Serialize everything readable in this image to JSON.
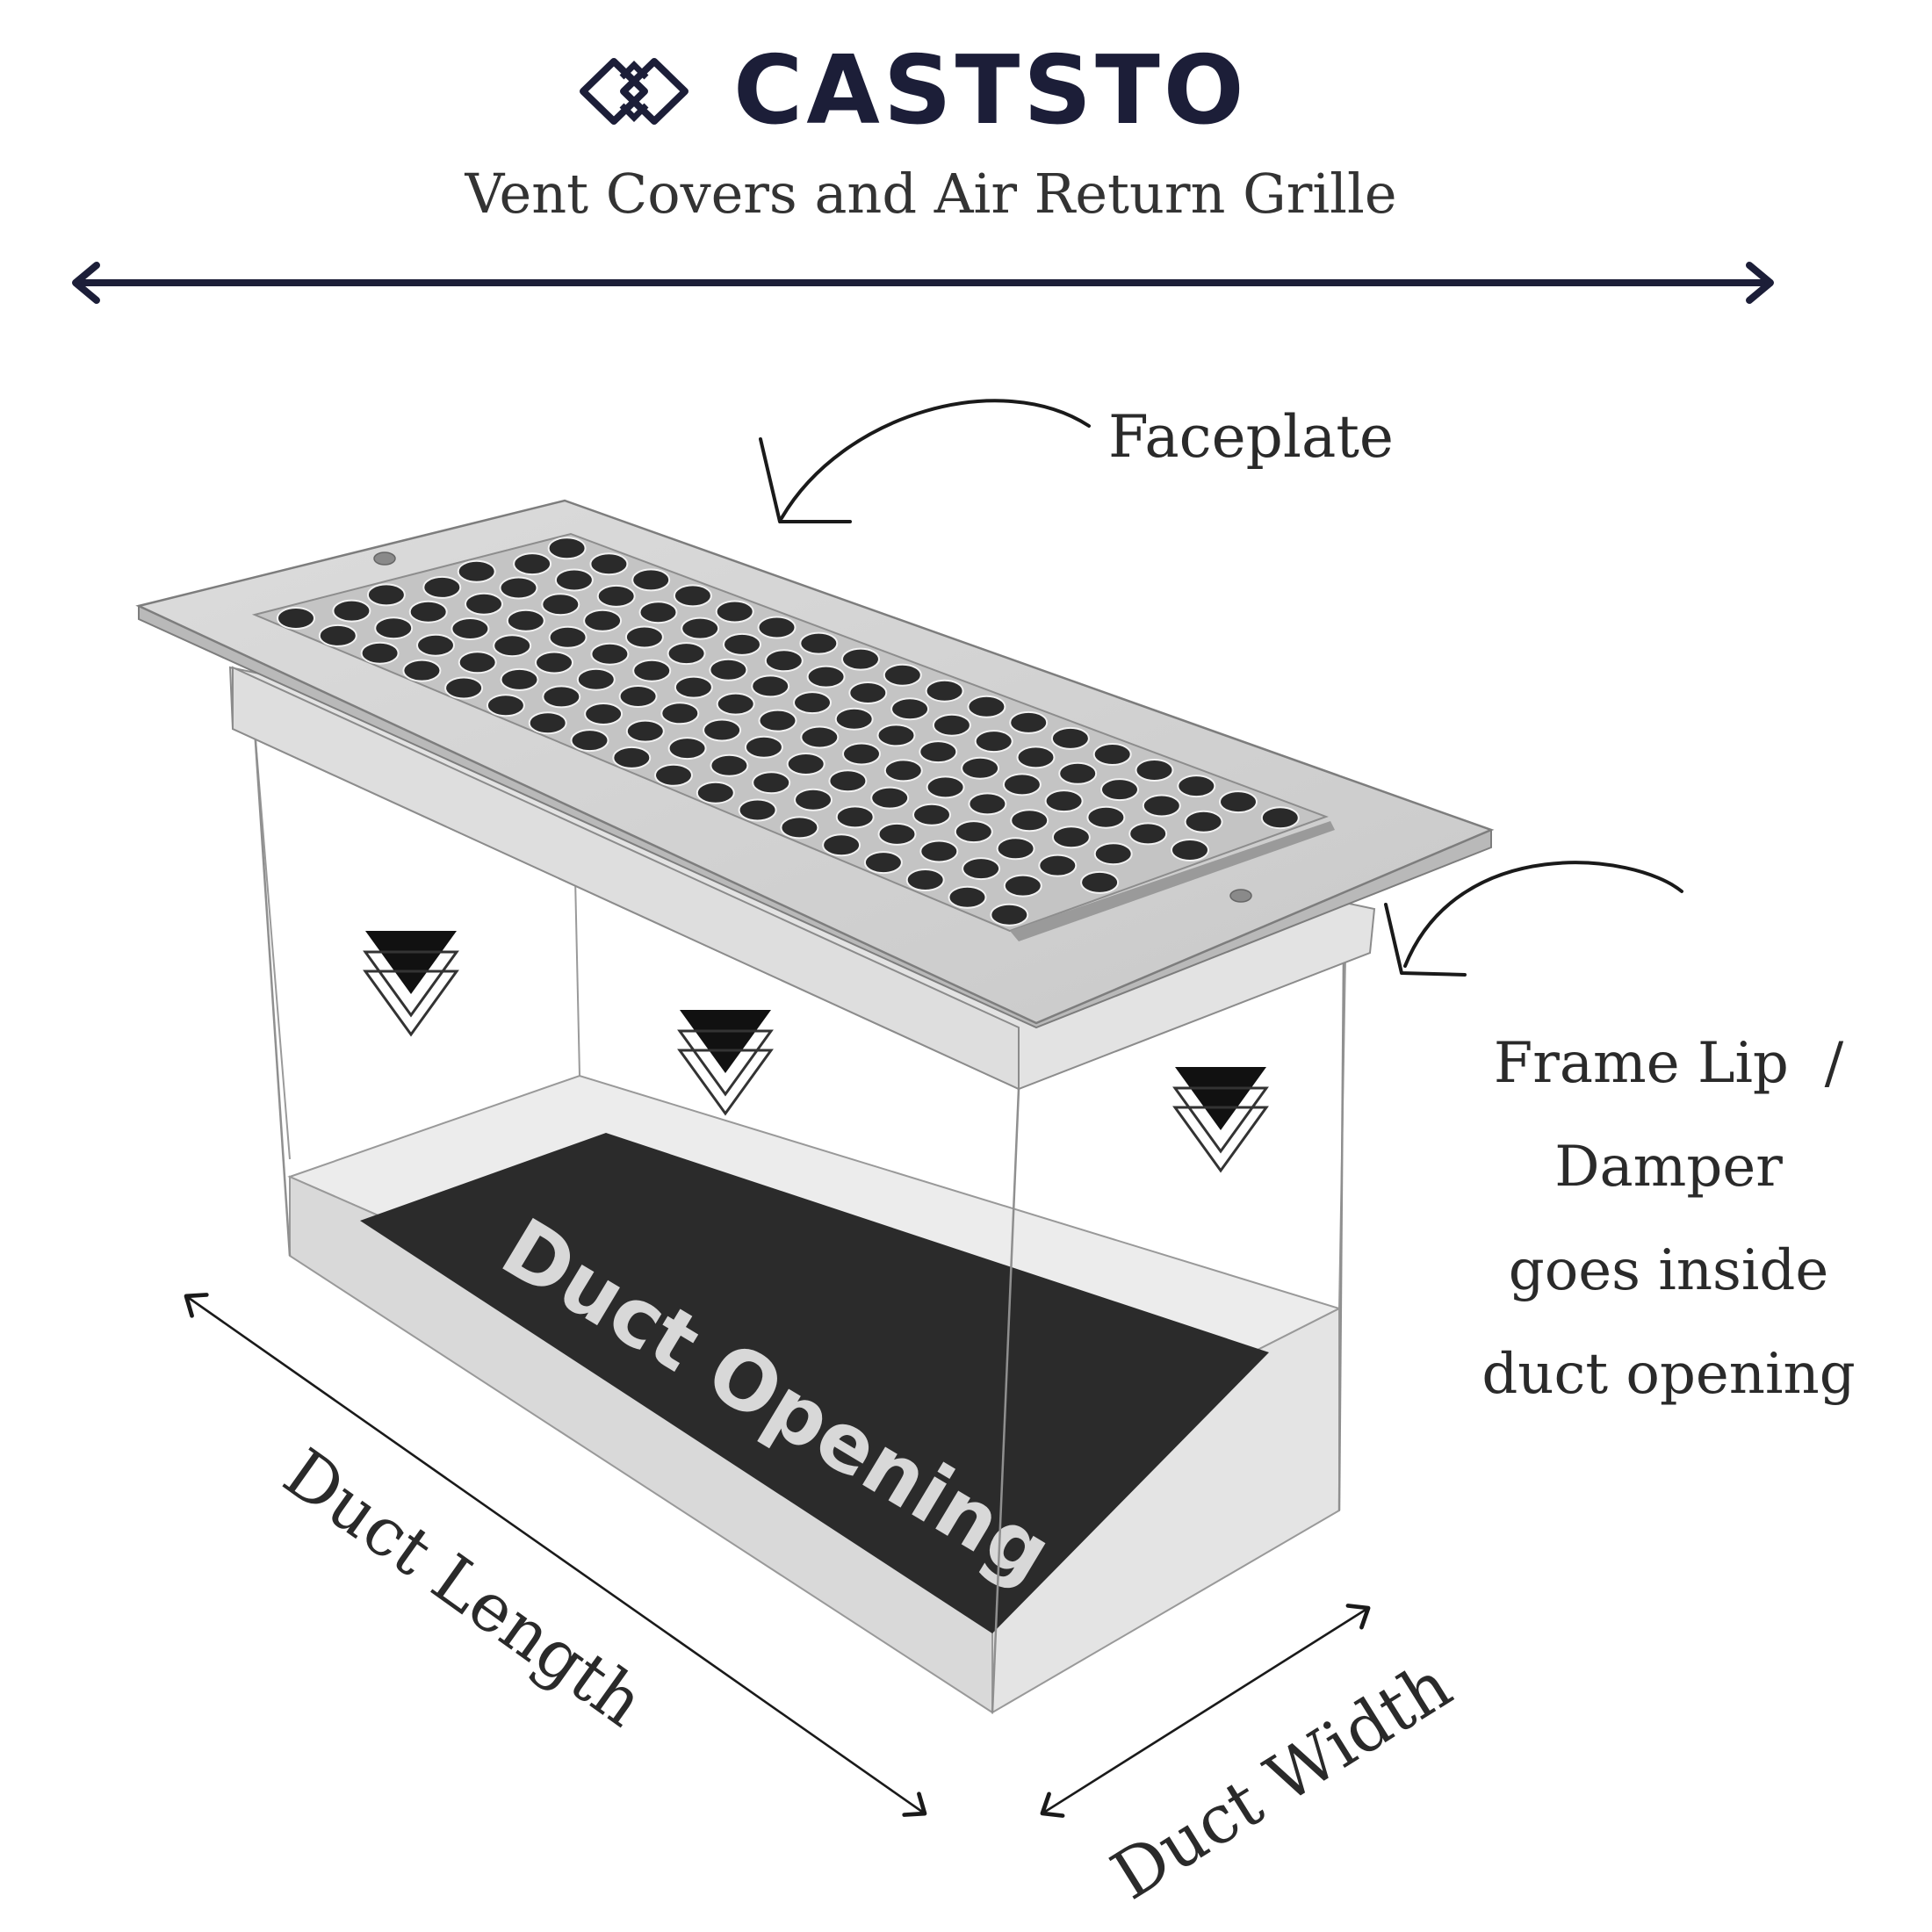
{
  "header": {
    "brand": "CASTSTO",
    "tagline": "Vent Covers and Air Return Grille"
  },
  "callouts": {
    "faceplate": "Faceplate",
    "frame_lip_lines": [
      "Frame Lip  /",
      "Damper",
      "goes inside",
      "duct opening"
    ]
  },
  "duct": {
    "opening_label": "Duct Opening"
  },
  "dimensions": {
    "length": "Duct Length",
    "width": "Duct Width"
  },
  "colors": {
    "navy": "#1c1e38",
    "ink": "#1a1a1a",
    "metal": "#d6d6d6",
    "metal_edge": "#8c8c8c",
    "dark_hole": "#2a2a2a",
    "duct_floor": "#2b2b2b",
    "rim": "#e6e6e6"
  },
  "icons": {
    "logo": "diamond-logo-icon",
    "flow_arrow": "airflow-down-arrow-icon"
  }
}
